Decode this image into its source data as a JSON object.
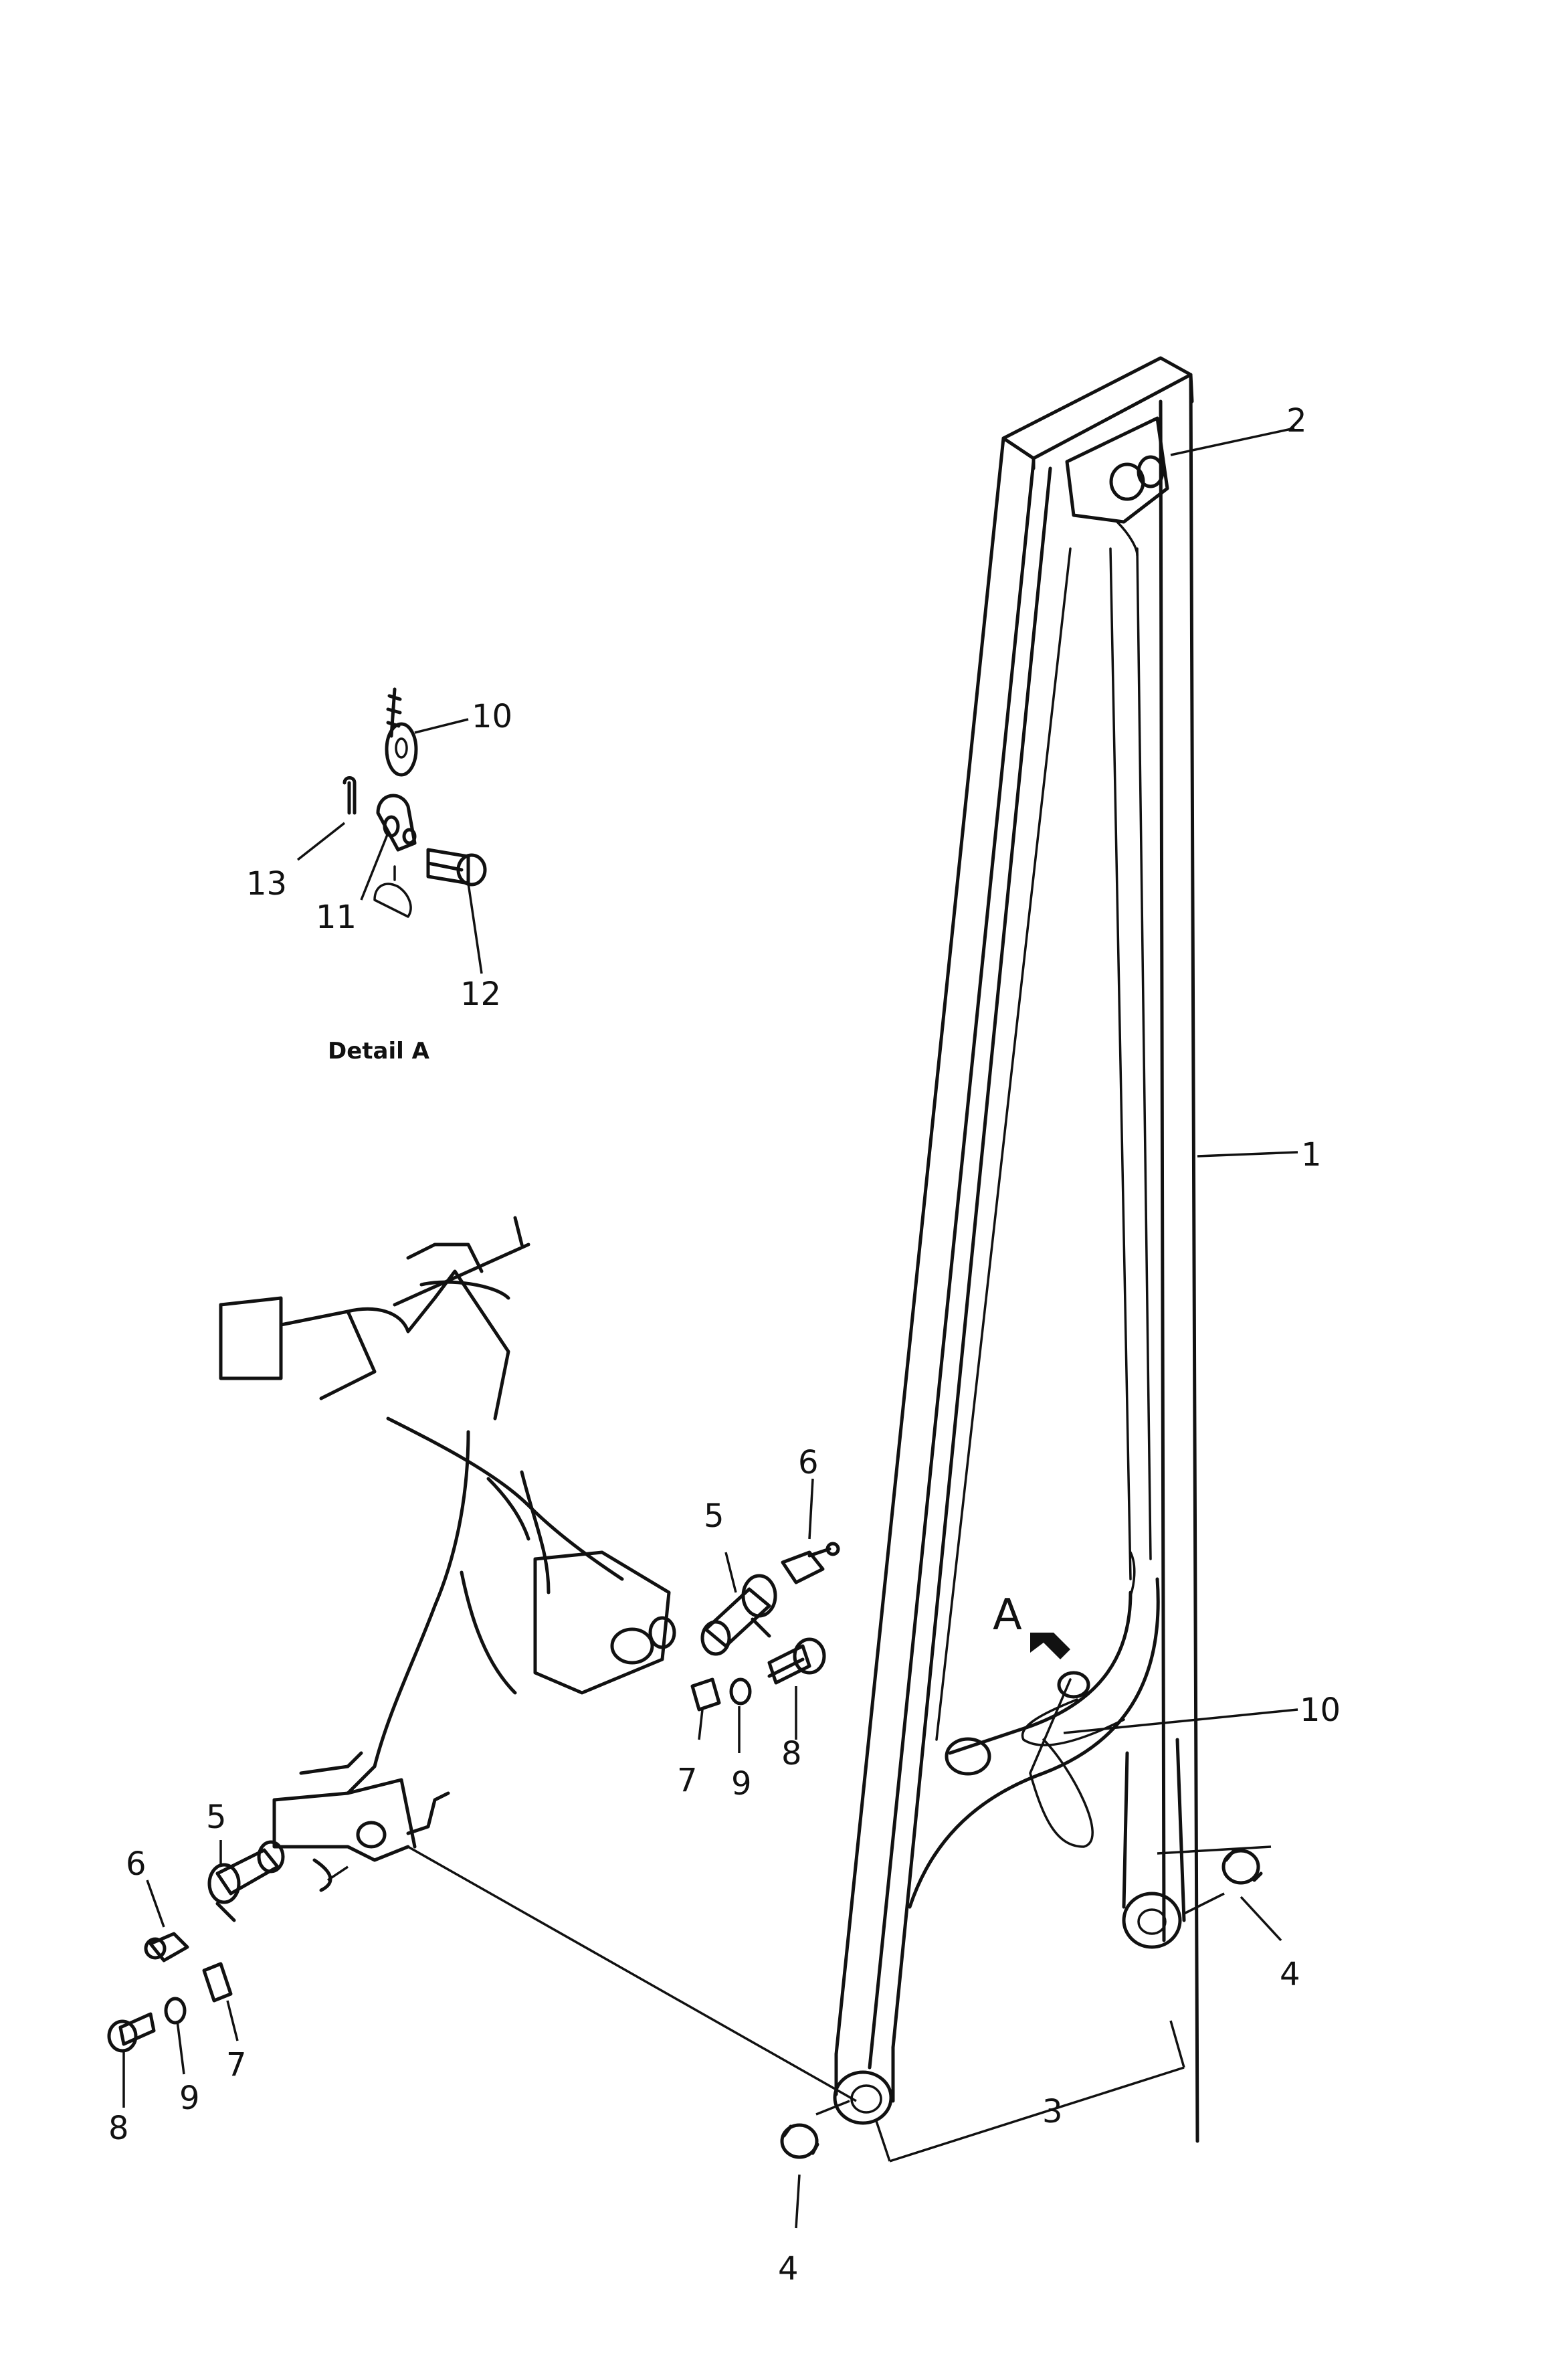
{
  "detail_caption": "Detail A",
  "callout_letter": "A",
  "part_labels": {
    "p1": "1",
    "p2": "2",
    "p3": "3",
    "p4a": "4",
    "p4b": "4",
    "p5a": "5",
    "p5b": "5",
    "p6a": "6",
    "p6b": "6",
    "p7a": "7",
    "p7b": "7",
    "p8a": "8",
    "p8b": "8",
    "p9a": "9",
    "p9b": "9",
    "p10a": "10",
    "p10b": "10",
    "p11": "11",
    "p12": "12",
    "p13": "13"
  }
}
